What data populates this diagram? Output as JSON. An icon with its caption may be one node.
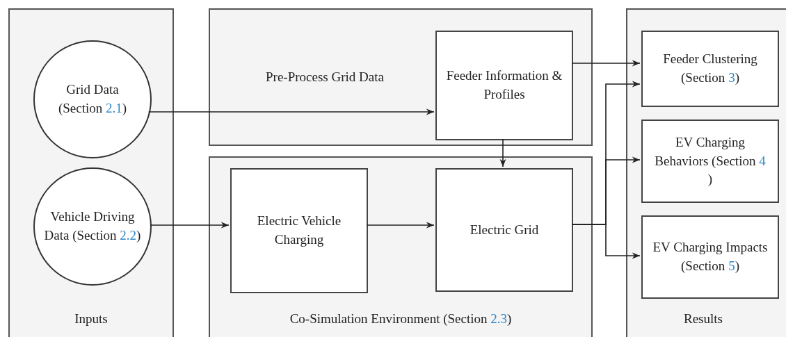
{
  "diagram": {
    "nodes": [
      {
        "text": [
          "Inputs"
        ]
      },
      {
        "text": [
          "Grid Data (Section 2.1)"
        ],
        "in": 0
      },
      {
        "text": [
          "Vehicle Driving Data (Section 2.2)"
        ],
        "in": 0
      },
      {
        "text": [
          "Pre-Process Grid Data"
        ]
      },
      {
        "text": [
          "Feeder Information & Profiles"
        ],
        "in": 3
      },
      {
        "text": [
          "Co-Simulation Environment (Section 2.3)"
        ]
      },
      {
        "text": [
          "Electric Vehicle Charging"
        ],
        "in": 5
      },
      {
        "text": [
          "Electric Grid"
        ],
        "in": 5
      },
      {
        "text": [
          "Results"
        ]
      },
      {
        "text": [
          "Feeder Clustering (Section 3)"
        ],
        "in": 8
      },
      {
        "text": [
          "EV Charging Behaviors (Section 4 )"
        ],
        "in": 8
      },
      {
        "text": [
          "EV Charging Impacts (Section 5)"
        ],
        "in": 8
      }
    ],
    "edges": [
      {
        "from": 1,
        "to": 4,
        "arrow": "to"
      },
      {
        "from": 2,
        "to": 6,
        "arrow": "to"
      },
      {
        "from": 6,
        "to": 7,
        "arrow": "to"
      },
      {
        "from": 4,
        "to": 7,
        "arrow": "to"
      },
      {
        "from": 4,
        "to": 9,
        "arrow": "to"
      },
      {
        "from": 7,
        "to": 9,
        "arrow": "to"
      },
      {
        "from": 7,
        "to": 10,
        "arrow": "to"
      },
      {
        "from": 7,
        "to": 11,
        "arrow": "to"
      }
    ]
  }
}
